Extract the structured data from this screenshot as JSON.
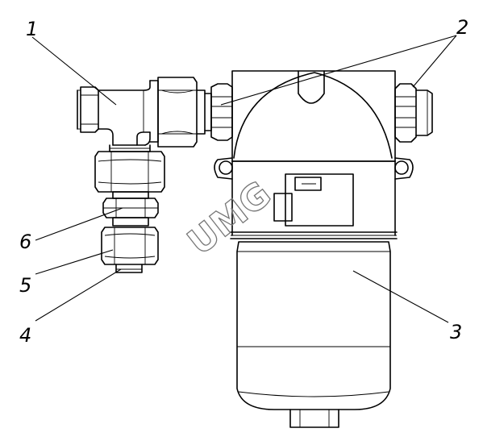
{
  "callouts": [
    {
      "id": "1",
      "label": "1"
    },
    {
      "id": "2",
      "label": "2"
    },
    {
      "id": "3",
      "label": "3"
    },
    {
      "id": "4",
      "label": "4"
    },
    {
      "id": "5",
      "label": "5"
    },
    {
      "id": "6",
      "label": "6"
    }
  ],
  "watermark": {
    "text": "UMG"
  },
  "colors": {
    "ink": "#000000",
    "watermark": "#777777",
    "background": "#ffffff"
  }
}
